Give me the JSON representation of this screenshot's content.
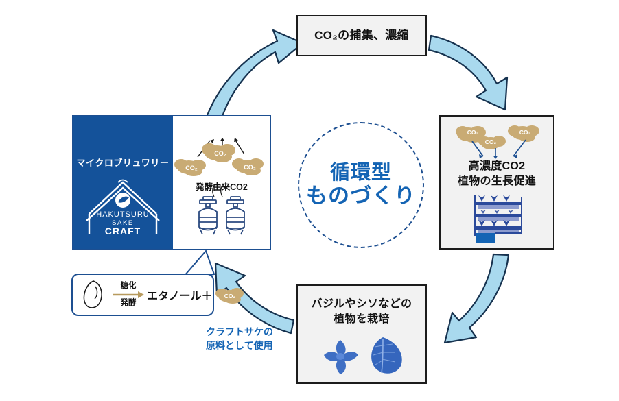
{
  "diagram": {
    "center_label_line1": "循環型",
    "center_label_line2": "ものづくり",
    "accent_blue": "#1464b4",
    "panel_blue": "#14529a",
    "arrow_fill": "#a9d9ee",
    "arrow_stroke": "#16324f",
    "co2_cloud_color": "#c9ab74",
    "node_bg": "#f2f2f2",
    "node_border": "#1c1c1c"
  },
  "nodes": {
    "capture": {
      "title": "CO₂の捕集、濃縮"
    },
    "grow": {
      "title_line1": "高濃度CO2",
      "title_line2": "植物の生長促進",
      "clouds": [
        "CO₂",
        "CO₂",
        "CO₂"
      ]
    },
    "plants": {
      "title_line1": "バジルやシソなどの",
      "title_line2": "植物を栽培",
      "illustration": [
        "basil-sprig",
        "shiso-leaf"
      ]
    },
    "brewery": {
      "microbrewery_label": "マイクロブリュワリー",
      "logo_line1": "HAKUTSURU",
      "logo_line2": "SAKE",
      "logo_line3": "CRAFT",
      "fermentation_label": "発酵由来CO2",
      "clouds": [
        "CO₂",
        "CO₂",
        "CO₂"
      ],
      "tanks": 2
    }
  },
  "callout": {
    "top_word": "糖化",
    "bottom_word": "発酵",
    "product": "エタノール＋",
    "cloud_label": "CO₂",
    "grain_icon": "rice-grain-icon"
  },
  "caption": {
    "line1": "クラフトサケの",
    "line2": "原料として使用"
  },
  "arrows": [
    {
      "name": "brewery-to-capture",
      "from": "brewery",
      "to": "capture"
    },
    {
      "name": "capture-to-grow",
      "from": "capture",
      "to": "grow"
    },
    {
      "name": "grow-to-plants",
      "from": "grow",
      "to": "plants"
    },
    {
      "name": "plants-to-brewery",
      "from": "plants",
      "to": "brewery"
    }
  ]
}
